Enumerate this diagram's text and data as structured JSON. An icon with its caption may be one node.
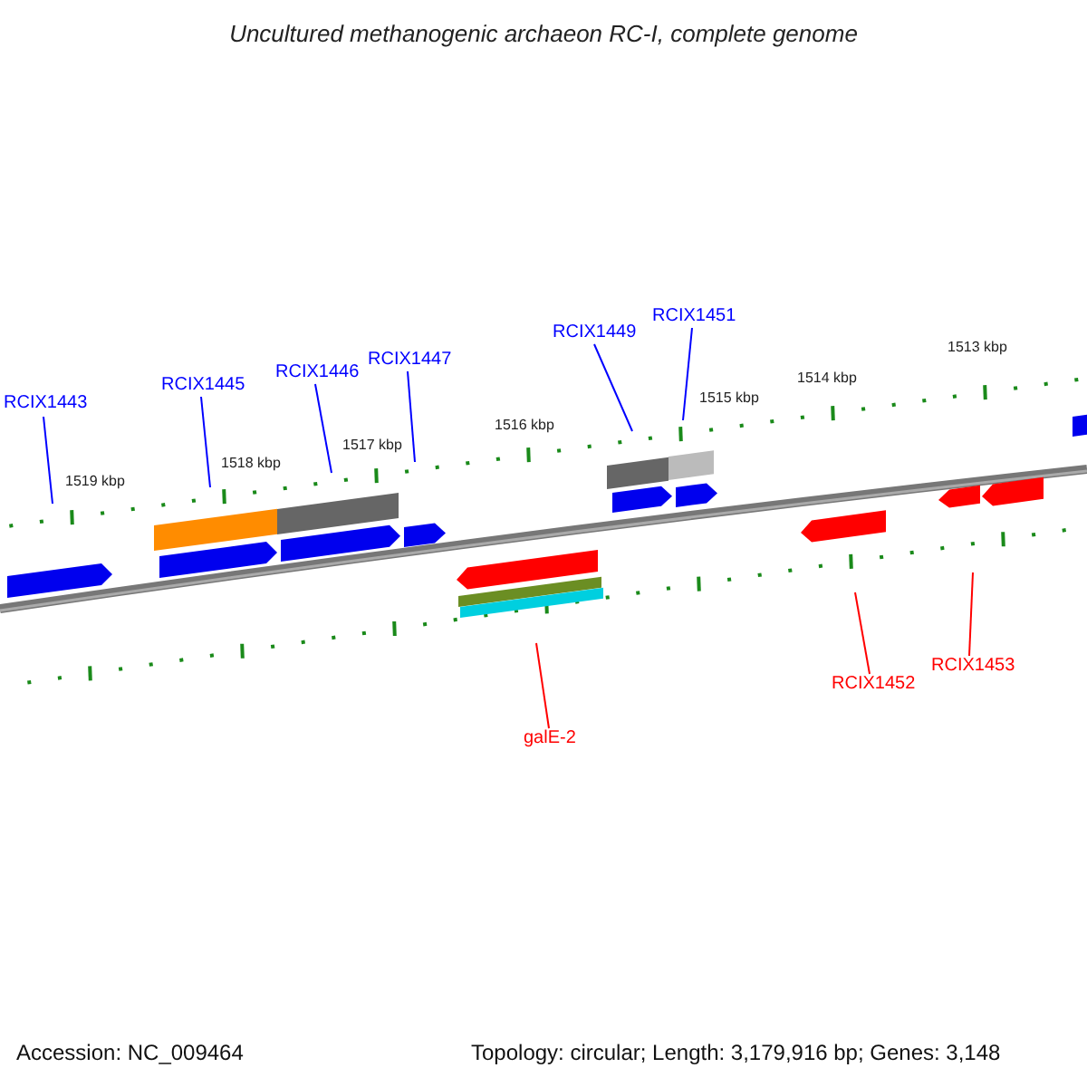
{
  "diagram": {
    "title": "Uncultured methanogenic archaeon RC-I, complete genome",
    "nodes": [
      {
        "text": [
          "RCIX1443"
        ]
      },
      {
        "text": [
          "RCIX1445"
        ]
      },
      {
        "text": [
          "RCIX1446"
        ]
      },
      {
        "text": [
          "RCIX1447"
        ]
      },
      {
        "text": [
          "RCIX1449"
        ]
      },
      {
        "text": [
          "RCIX1451"
        ]
      },
      {
        "text": [
          "galE-2"
        ]
      },
      {
        "text": [
          "RCIX1452"
        ]
      },
      {
        "text": [
          "RCIX1453"
        ]
      }
    ],
    "edges": [
      {
        "from": 0,
        "to": null,
        "arrow": "none"
      },
      {
        "from": 1,
        "to": null,
        "arrow": "none"
      },
      {
        "from": 2,
        "to": null,
        "arrow": "none"
      },
      {
        "from": 3,
        "to": null,
        "arrow": "none"
      },
      {
        "from": 4,
        "to": null,
        "arrow": "none"
      },
      {
        "from": 5,
        "to": null,
        "arrow": "none"
      },
      {
        "from": 6,
        "to": null,
        "arrow": "none",
        "color": "#ff0000"
      },
      {
        "from": 7,
        "to": null,
        "arrow": "none",
        "color": "#ff0000"
      },
      {
        "from": 8,
        "to": null,
        "arrow": "none",
        "color": "#ff0000"
      }
    ],
    "labels": [
      "1513 kbp",
      "1514 kbp",
      "1515 kbp",
      "1516 kbp",
      "1517 kbp",
      "1518 kbp",
      "1519 kbp",
      "Accession: NC_009464",
      "Topology: circular; Length: 3,179,916 bp; Genes: 3,148"
    ]
  }
}
